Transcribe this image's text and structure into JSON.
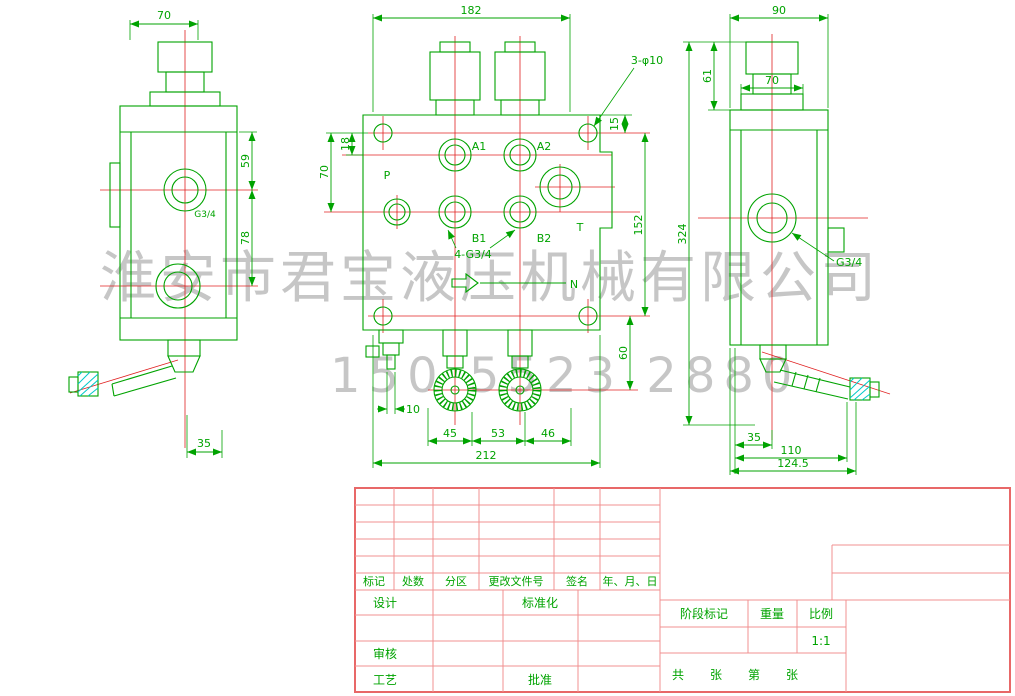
{
  "watermark": {
    "company": "淮安市君宝液压机械有限公司",
    "phone": "150 5523 2880"
  },
  "drawing": {
    "left_view": {
      "dim_top_width": "70",
      "dim_upper": "59",
      "dim_lower": "78",
      "dim_bottom": "35",
      "port_thread": "G3/4"
    },
    "front_view": {
      "dim_top_width": "182",
      "dim_hole_offset": "18",
      "dim_port_offset": "70",
      "dim_top_right": "15",
      "dim_hole_span": "152",
      "dim_bottom_right": "60",
      "dim_relief": "10",
      "dim_seg_a": "45",
      "dim_seg_b": "53",
      "dim_seg_c": "46",
      "dim_total": "212",
      "label_mount_holes": "3-φ10",
      "label_port_threads": "4-G3/4",
      "port_a1": "A1",
      "port_a2": "A2",
      "port_b1": "B1",
      "port_b2": "B2",
      "port_p": "P",
      "port_t": "T",
      "port_n": "N"
    },
    "right_view": {
      "dim_top_width": "90",
      "dim_knob_height": "61",
      "dim_knob_width": "70",
      "dim_height": "324",
      "dim_bottom_a": "35",
      "dim_bottom_b": "110",
      "dim_bottom_c": "124.5",
      "port_thread": "G3/4"
    }
  },
  "title_block": {
    "header_row": [
      "标记",
      "处数",
      "分区",
      "更改文件号",
      "签名",
      "年、月、日"
    ],
    "design_label": "设计",
    "standardization_label": "标准化",
    "audit_label": "审核",
    "process_label": "工艺",
    "approve_label": "批准",
    "stage_label": "阶段标记",
    "weight_label": "重量",
    "scale_label": "比例",
    "scale_value": "1:1",
    "sheet_total_label": "共",
    "sheet_total_unit": "张",
    "sheet_no_label": "第",
    "sheet_no_unit": "张"
  },
  "colors": {
    "line_green": "#00a300",
    "centerline_red": "#e02020",
    "table_red": "#f09090",
    "watermark_gray": "#bdbdbd",
    "handle_cyan": "#00c8c8"
  }
}
